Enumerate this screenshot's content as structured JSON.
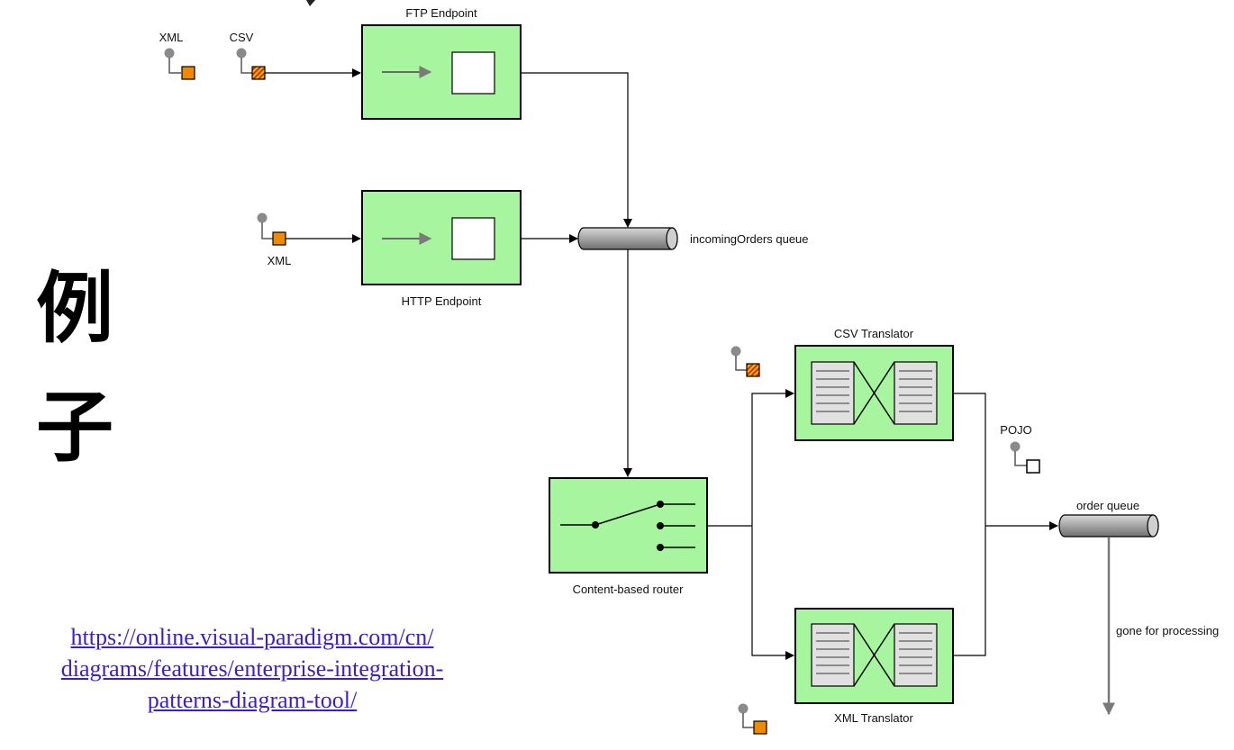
{
  "heading": {
    "char1": "例",
    "char2": "子"
  },
  "link": {
    "line1": "https://online.visual-paradigm.com/cn/",
    "line2": "diagrams/features/enterprise-integration-",
    "line3": "patterns-diagram-tool/"
  },
  "diagram": {
    "ftp_endpoint": "FTP Endpoint",
    "http_endpoint": "HTTP Endpoint",
    "incoming_queue": "incomingOrders queue",
    "router": "Content-based router",
    "csv_translator": "CSV Translator",
    "xml_translator": "XML Translator",
    "order_queue": "order queue",
    "gone": "gone for processing",
    "msg_xml_top": "XML",
    "msg_csv_top": "CSV",
    "msg_xml_http": "XML",
    "msg_pojo": "POJO"
  },
  "colors": {
    "box_fill": "#a8f5a0",
    "xml_msg": "#f08a00",
    "csv_msg": "#f5b800",
    "csv_stripe": "#c83200",
    "link": "#3b1fc9"
  }
}
